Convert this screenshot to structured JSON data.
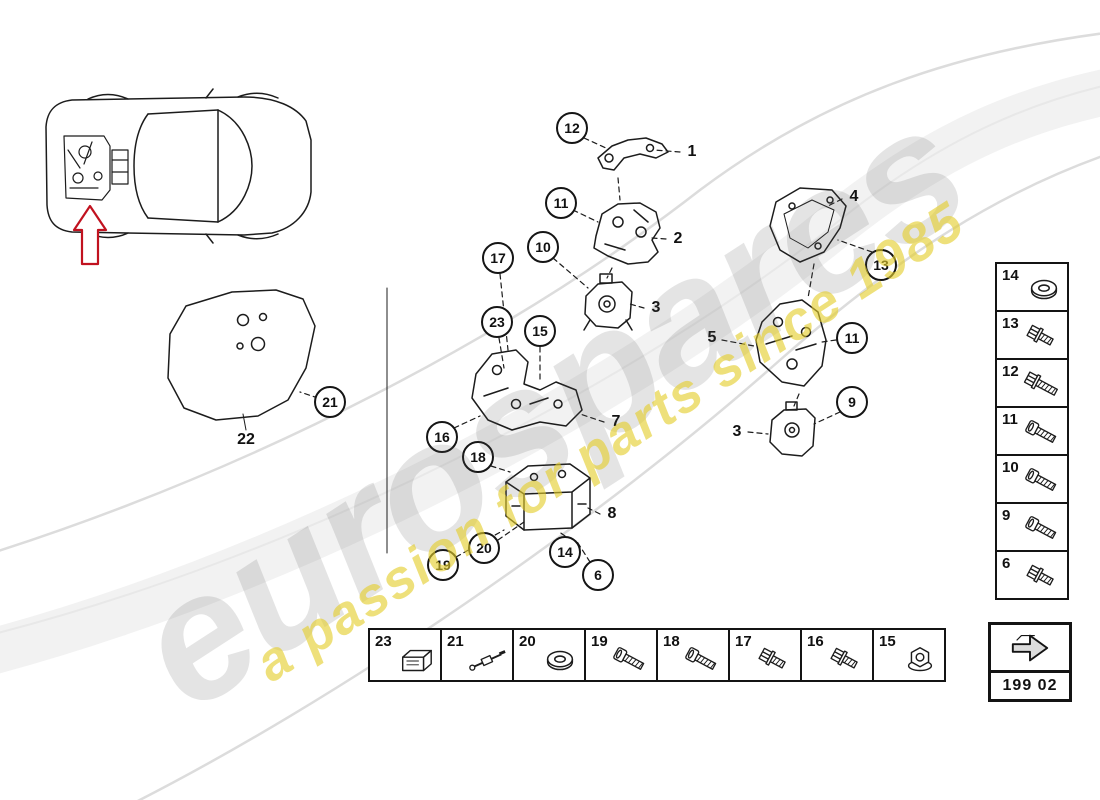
{
  "watermark": {
    "brand": "eurospares",
    "tagline": "a passion for parts since 1985",
    "accent_color": "#e4cd2a",
    "gray_color": "#d9d9d9"
  },
  "callouts": [
    {
      "label": "12",
      "style": "circled"
    },
    {
      "label": "11",
      "style": "circled"
    },
    {
      "label": "10",
      "style": "circled"
    },
    {
      "label": "17",
      "style": "circled"
    },
    {
      "label": "23",
      "style": "circled"
    },
    {
      "label": "15",
      "style": "circled"
    },
    {
      "label": "13",
      "style": "circled"
    },
    {
      "label": "11",
      "style": "circled"
    },
    {
      "label": "9",
      "style": "circled"
    },
    {
      "label": "16",
      "style": "circled"
    },
    {
      "label": "18",
      "style": "circled"
    },
    {
      "label": "19",
      "style": "circled"
    },
    {
      "label": "20",
      "style": "circled"
    },
    {
      "label": "14",
      "style": "circled"
    },
    {
      "label": "6",
      "style": "circled"
    },
    {
      "label": "21",
      "style": "circled"
    },
    {
      "label": "1",
      "style": "plain"
    },
    {
      "label": "2",
      "style": "plain"
    },
    {
      "label": "3",
      "style": "plain"
    },
    {
      "label": "4",
      "style": "plain"
    },
    {
      "label": "5",
      "style": "plain"
    },
    {
      "label": "3",
      "style": "plain"
    },
    {
      "label": "7",
      "style": "plain"
    },
    {
      "label": "8",
      "style": "plain"
    },
    {
      "label": "22",
      "style": "plain"
    }
  ],
  "right_table": [
    {
      "label": "14",
      "icon": "washer-icon"
    },
    {
      "label": "13",
      "icon": "hex-flange-bolt-icon"
    },
    {
      "label": "12",
      "icon": "hex-bolt-icon"
    },
    {
      "label": "11",
      "icon": "socket-head-bolt-icon"
    },
    {
      "label": "10",
      "icon": "socket-head-bolt-icon"
    },
    {
      "label": "9",
      "icon": "socket-head-bolt-icon"
    },
    {
      "label": "6",
      "icon": "hex-flange-bolt-icon"
    }
  ],
  "bottom_table": [
    {
      "label": "23",
      "icon": "bracket-box-icon"
    },
    {
      "label": "21",
      "icon": "support-rod-icon"
    },
    {
      "label": "20",
      "icon": "washer-icon"
    },
    {
      "label": "19",
      "icon": "socket-head-bolt-icon"
    },
    {
      "label": "18",
      "icon": "socket-head-bolt-icon"
    },
    {
      "label": "17",
      "icon": "hex-flange-bolt-icon"
    },
    {
      "label": "16",
      "icon": "hex-flange-bolt-icon"
    },
    {
      "label": "15",
      "icon": "flange-nut-icon"
    }
  ],
  "part_box": {
    "code": "199 02"
  }
}
